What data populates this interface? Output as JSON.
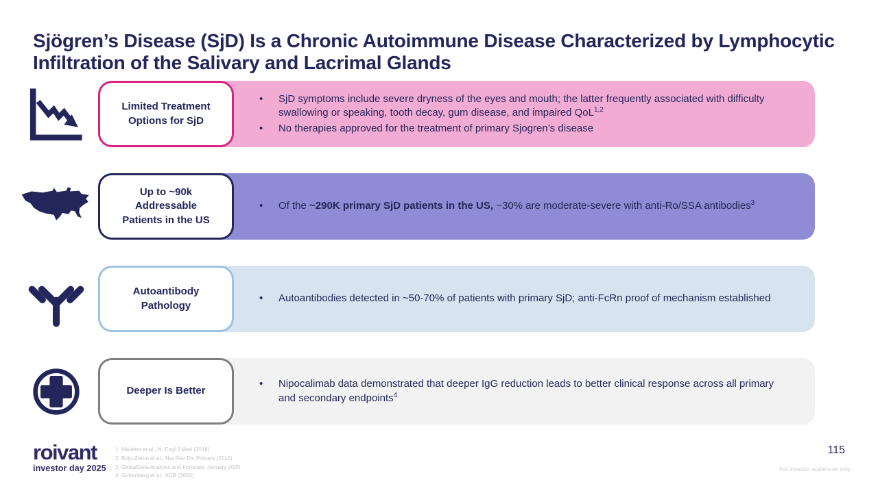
{
  "slide": {
    "title": "Sjögren’s Disease (SjD) Is a Chronic Autoimmune Disease Characterized by Lymphocytic Infiltration of the Salivary and Lacrimal Glands",
    "page_number": "115",
    "audience_note": "For investor audiences only"
  },
  "logo": {
    "brand": "roivant",
    "event": "investor day 2025"
  },
  "colors": {
    "navy": "#23265a",
    "magenta": "#d8247c",
    "pink_bar": "#f2abd3",
    "purple_bar": "#8d8cd4",
    "blue_border": "#9cc3e5",
    "blue_bar": "#d7e3ee",
    "gray_border": "#7f7f7f",
    "gray_bar": "#f2f2f2"
  },
  "rows": [
    {
      "icon": "declining-chart-icon",
      "label": "Limited Treatment Options for SjD",
      "border_color": "#d8247c",
      "bar_color": "#f2abd3",
      "bullets": [
        [
          {
            "t": "SjD symptoms include severe dryness of the eyes and mouth; the latter frequently associated with difficulty swallowing or speaking, tooth decay, gum disease, and impaired QoL"
          },
          {
            "t": "1,2",
            "sup": true
          }
        ],
        [
          {
            "t": "No therapies approved for the treatment of primary Sjogren’s disease"
          }
        ]
      ]
    },
    {
      "icon": "us-map-icon",
      "label": "Up to ~90k Addressable Patients in the US",
      "border_color": "#23265a",
      "bar_color": "#8d8cd4",
      "bullets": [
        [
          {
            "t": "Of the "
          },
          {
            "t": "~290K primary SjD patients in the US,",
            "b": true
          },
          {
            "t": " ~30% are moderate-severe with anti-Ro/SSA antibodies"
          },
          {
            "t": "3",
            "sup": true
          }
        ]
      ]
    },
    {
      "icon": "antibody-icon",
      "label": "Autoantibody Pathology",
      "border_color": "#9cc3e5",
      "bar_color": "#d7e3ee",
      "bullets": [
        [
          {
            "t": "Autoantibodies detected in ~50-70% of patients with primary SjD; anti-FcRn proof of mechanism established"
          }
        ]
      ]
    },
    {
      "icon": "medical-cross-icon",
      "label": "Deeper Is Better",
      "border_color": "#7f7f7f",
      "bar_color": "#f2f2f2",
      "bullets": [
        [
          {
            "t": "Nipocalimab data demonstrated that deeper IgG reduction leads to better clinical response across all primary and secondary endpoints"
          },
          {
            "t": "4",
            "sup": true
          }
        ]
      ]
    }
  ],
  "footnotes": [
    "1. Mariette et al., N. Engl J Med (2018)",
    "2. Brito-Zeron et al., Nat Rev Dis Primers (2016)",
    "3. GlobalData Analysis and Forecast, January 2025",
    "4. Gottenberg et al., ACR (2024)"
  ]
}
